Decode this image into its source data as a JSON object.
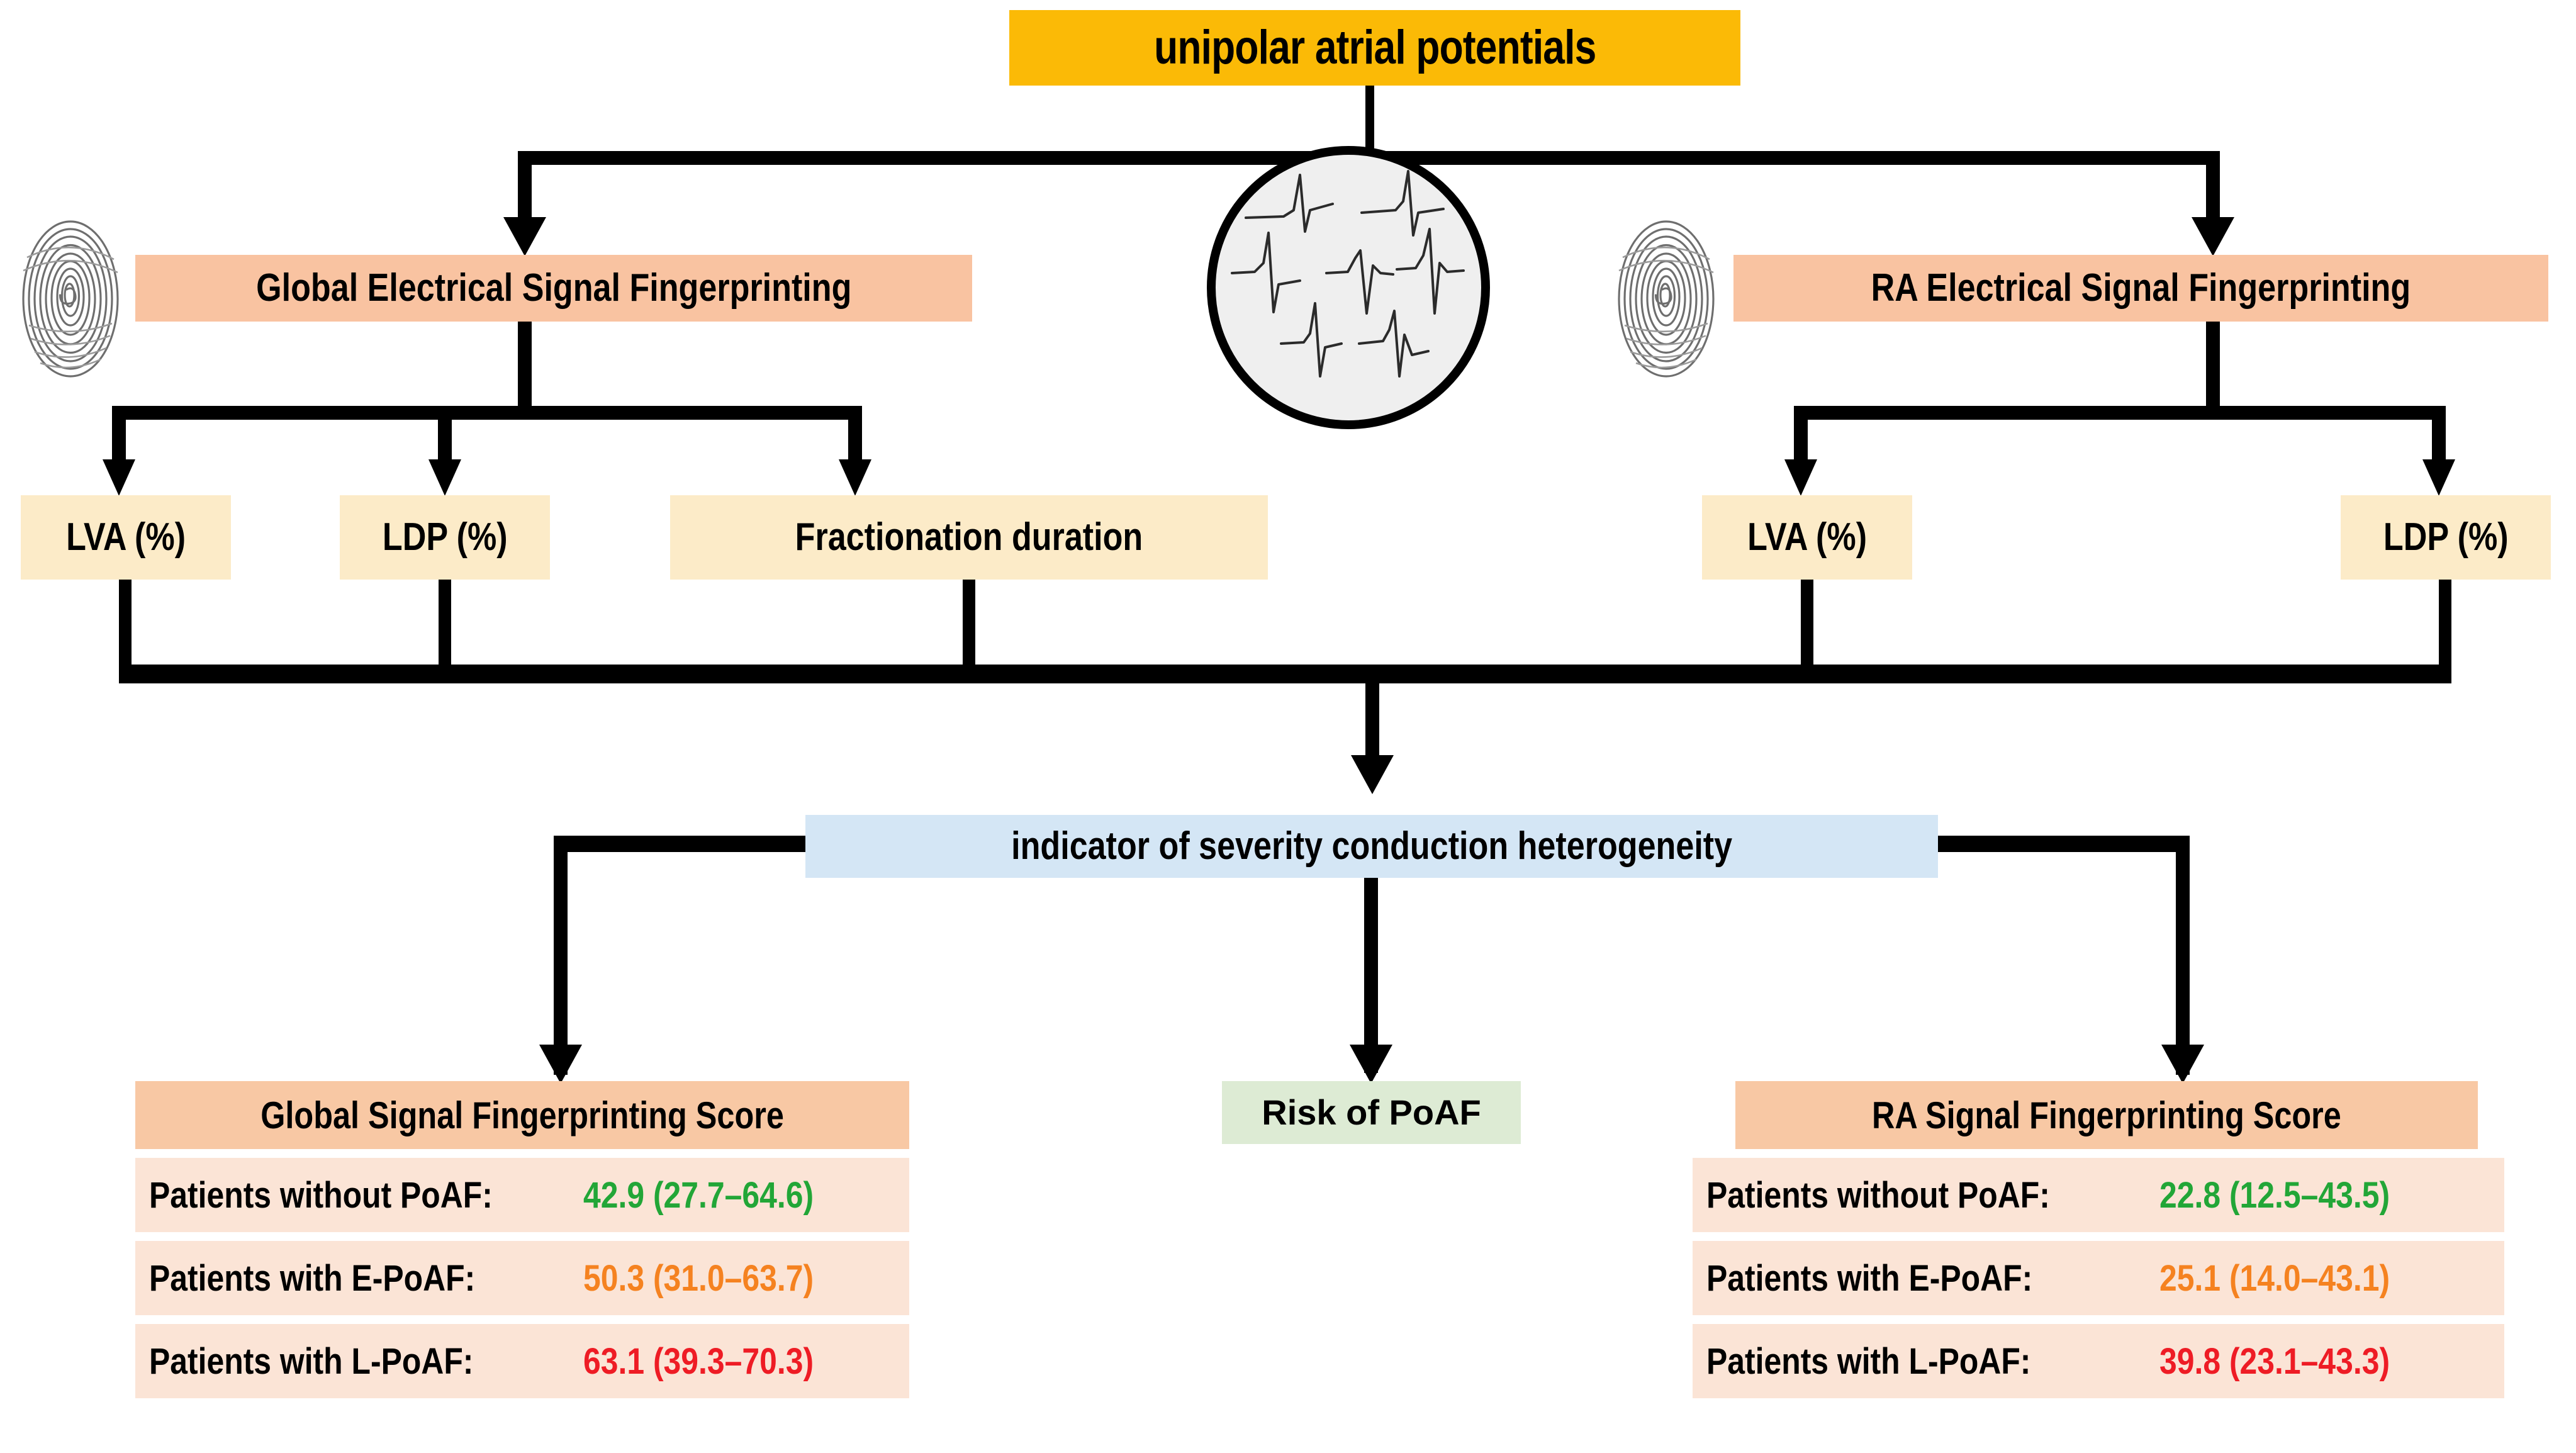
{
  "title": {
    "text": "unipolar atrial potentials",
    "bg": "#FBBA06"
  },
  "center_icon": {
    "name": "electrogram-circle",
    "fill": "#EFEFEF",
    "stroke": "#000000"
  },
  "branches": [
    {
      "id": "global",
      "label": "Global Electrical Signal Fingerprinting",
      "bg": "#F9C3A1",
      "icon": "fingerprint-icon"
    },
    {
      "id": "ra",
      "label": "RA Electrical Signal Fingerprinting",
      "bg": "#F9C3A1",
      "icon": "fingerprint-icon"
    }
  ],
  "metrics": {
    "bg": "#FCEBC8",
    "global": [
      {
        "label": "LVA (%)"
      },
      {
        "label": "LDP (%)"
      },
      {
        "label": "Fractionation duration"
      }
    ],
    "ra": [
      {
        "label": "LVA (%)"
      },
      {
        "label": "LDP (%)"
      }
    ]
  },
  "indicator": {
    "text": "indicator of severity conduction heterogeneity",
    "bg": "#D4E6F5"
  },
  "risk": {
    "text": "Risk of PoAF",
    "bg": "#DDEBD4"
  },
  "scores": {
    "header_bg": "#F8C8A4",
    "row_bg": "#FBE4D6",
    "colors": {
      "without": "#22A637",
      "early": "#F58220",
      "late": "#EE1C25"
    },
    "global": {
      "title": "Global Signal Fingerprinting Score",
      "rows": [
        {
          "label": "Patients without PoAF:",
          "value": "42.9 (27.7–64.6)",
          "color": "#22A637"
        },
        {
          "label": "Patients with E-PoAF:",
          "value": "50.3 (31.0–63.7)",
          "color": "#F58220"
        },
        {
          "label": "Patients with L-PoAF:",
          "value": "63.1 (39.3–70.3)",
          "color": "#EE1C25"
        }
      ]
    },
    "ra": {
      "title": "RA Signal Fingerprinting Score",
      "rows": [
        {
          "label": "Patients without PoAF:",
          "value": "22.8 (12.5–43.5)",
          "color": "#22A637"
        },
        {
          "label": "Patients with E-PoAF:",
          "value": "25.1 (14.0–43.1)",
          "color": "#F58220"
        },
        {
          "label": "Patients with L-PoAF:",
          "value": "39.8 (23.1–43.3)",
          "color": "#EE1C25"
        }
      ]
    }
  }
}
